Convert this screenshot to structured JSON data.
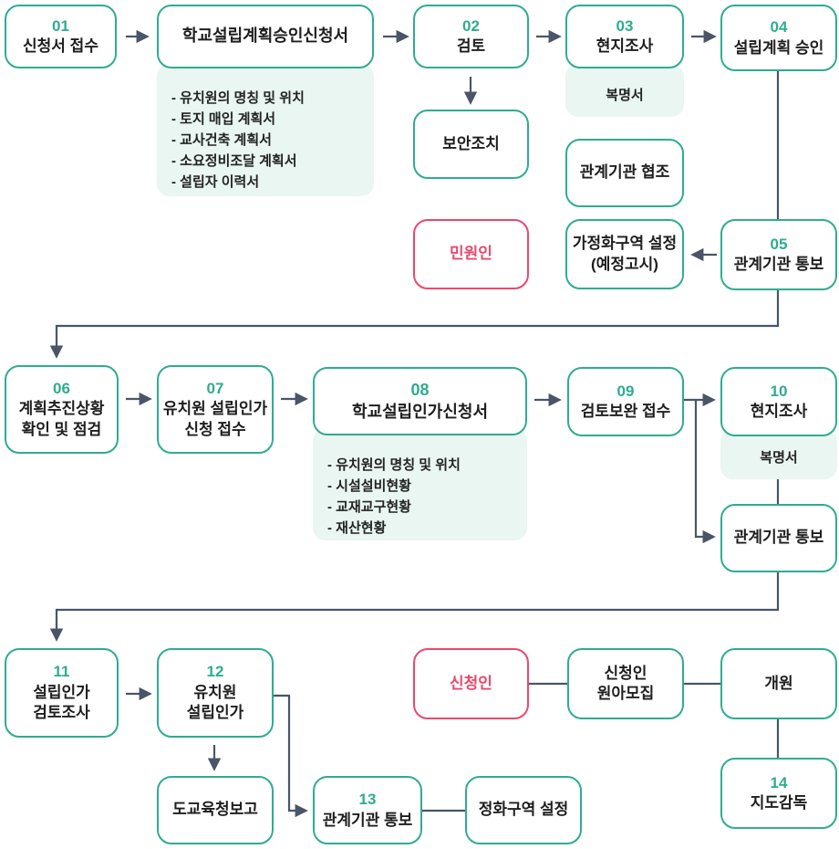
{
  "colors": {
    "teal": "#2FAC8F",
    "pink": "#E8496E",
    "line": "#4A5568",
    "panel_bg": "#E9F6F1",
    "text": "#1E1E1E"
  },
  "nodes": {
    "n01": {
      "number": "01",
      "label": "신청서 접수"
    },
    "plan_app": {
      "label": "학교설립계획승인신청서",
      "details": [
        "- 유치원의 명칭 및 위치",
        "- 토지 매입 계획서",
        "- 교사건축 계획서",
        "- 소요정비조달 계획서",
        "- 설립자 이력서"
      ]
    },
    "n02": {
      "number": "02",
      "label": "검토"
    },
    "n03": {
      "number": "03",
      "label": "현지조사",
      "attachment": "복명서"
    },
    "n04": {
      "number": "04",
      "label": "설립계획 승인"
    },
    "security": {
      "label": "보안조치"
    },
    "coop": {
      "label": "관계기관 협조"
    },
    "complainant": {
      "label": "민원인"
    },
    "zone": {
      "line1": "가정화구역 설정",
      "line2": "(예정고시)"
    },
    "n05": {
      "number": "05",
      "label": "관계기관 통보"
    },
    "n06": {
      "number": "06",
      "line1": "계획추진상황",
      "line2": "확인 및 점검"
    },
    "n07": {
      "number": "07",
      "line1": "유치원 설립인가",
      "line2": "신청 접수"
    },
    "n08": {
      "number": "08",
      "label": "학교설립인가신청서",
      "details": [
        "- 유치원의 명칭 및 위치",
        "- 시설설비현황",
        "- 교재교구현황",
        "- 재산현황"
      ]
    },
    "n09": {
      "number": "09",
      "label": "검토보완 접수"
    },
    "n10": {
      "number": "10",
      "label": "현지조사",
      "attachment": "복명서"
    },
    "notify2": {
      "label": "관계기관 통보"
    },
    "n11": {
      "number": "11",
      "line1": "설립인가",
      "line2": "검토조사"
    },
    "n12": {
      "number": "12",
      "line1": "유치원",
      "line2": "설립인가"
    },
    "edu_report": {
      "label": "도교육청보고"
    },
    "n13": {
      "number": "13",
      "label": "관계기관 통보"
    },
    "purify": {
      "label": "정화구역 설정"
    },
    "applicant": {
      "label": "신청인"
    },
    "recruit": {
      "line1": "신청인",
      "line2": "원아모집"
    },
    "opening": {
      "label": "개원"
    },
    "n14": {
      "number": "14",
      "label": "지도감독"
    }
  }
}
